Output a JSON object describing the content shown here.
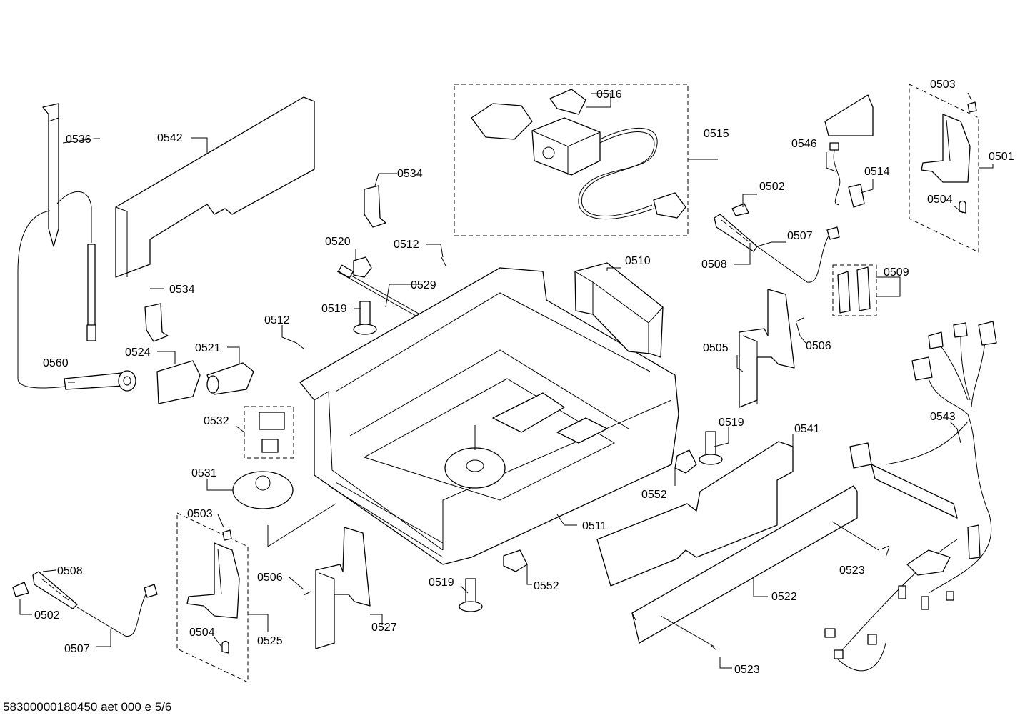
{
  "footer": {
    "code": "58300000180450 aet 000 e 5/6"
  },
  "labels": {
    "p0501": "0501",
    "p0502a": "0502",
    "p0502b": "0502",
    "p0503a": "0503",
    "p0503b": "0503",
    "p0504a": "0504",
    "p0504b": "0504",
    "p0505": "0505",
    "p0506a": "0506",
    "p0506b": "0506",
    "p0507a": "0507",
    "p0507b": "0507",
    "p0508a": "0508",
    "p0508b": "0508",
    "p0509": "0509",
    "p0510": "0510",
    "p0511": "0511",
    "p0512a": "0512",
    "p0512b": "0512",
    "p0514": "0514",
    "p0515": "0515",
    "p0516": "0516",
    "p0519a": "0519",
    "p0519b": "0519",
    "p0519c": "0519",
    "p0520": "0520",
    "p0521": "0521",
    "p0522": "0522",
    "p0523a": "0523",
    "p0523b": "0523",
    "p0524": "0524",
    "p0525": "0525",
    "p0527": "0527",
    "p0529": "0529",
    "p0531": "0531",
    "p0532": "0532",
    "p0534a": "0534",
    "p0534b": "0534",
    "p0536": "0536",
    "p0541": "0541",
    "p0542": "0542",
    "p0543": "0543",
    "p0546": "0546",
    "p0552a": "0552",
    "p0552b": "0552",
    "p0560": "0560"
  }
}
